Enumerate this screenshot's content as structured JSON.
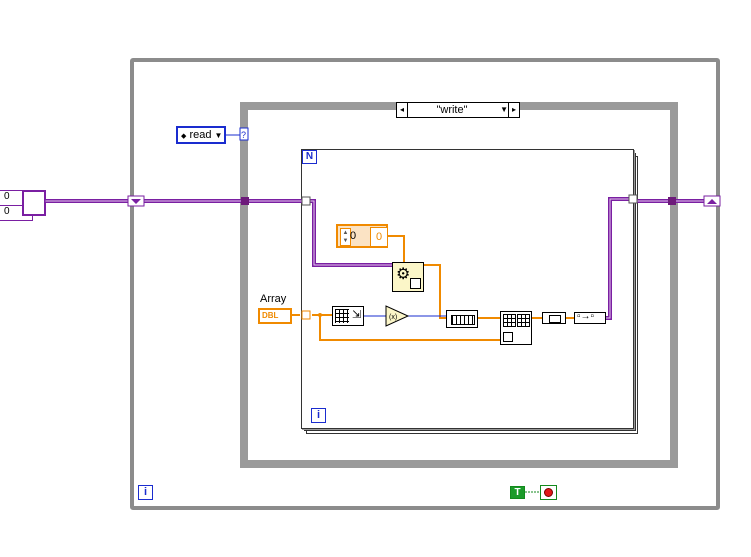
{
  "diagram": {
    "case_selector": {
      "value": "\"write\""
    },
    "enum_constant": {
      "value": "read",
      "arrows": "◆"
    },
    "input_label": "Array",
    "array_terminal_type": "DBL",
    "numeric_constant": {
      "value": "0",
      "index": "0"
    },
    "left_array": {
      "row1": "0",
      "row2": "0"
    },
    "outer_loop_iteration_label": "i",
    "inner_loop_iteration_label": "i",
    "for_loop_count_label": "N",
    "bool_constant_label": "T",
    "case_selector_terminal": "?"
  },
  "colors": {
    "wire_orange": "#f08a00",
    "wire_purple": "#7a1fa2",
    "wire_blue": "#1a2ccf",
    "structure_gray": "#8c8c8c"
  }
}
